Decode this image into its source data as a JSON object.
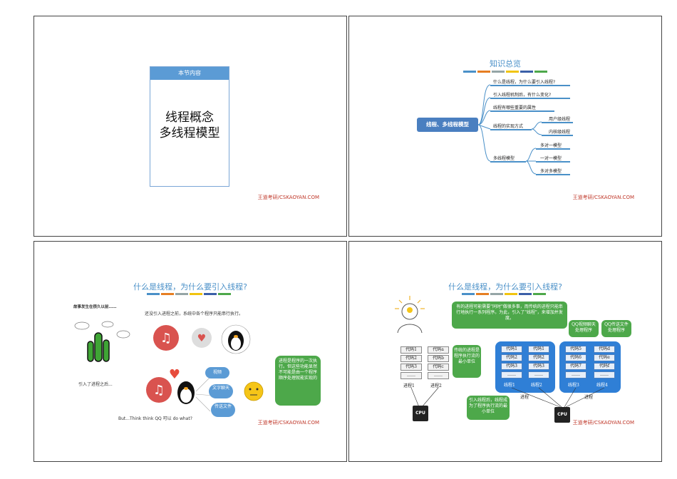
{
  "watermark": "王道考研/CSKAOYAN.COM",
  "slide1": {
    "card_header": "本节内容",
    "card_line1": "线程概念",
    "card_line2": "多线程模型"
  },
  "slide2": {
    "title": "知识总览",
    "root": "线程、多线程模型",
    "items": {
      "q1": "什么是线程，为什么要引入线程?",
      "q2": "引入线程机制后，有什么变化?",
      "q3": "线程有哪些重要的属性",
      "q4": "线程的实现方式",
      "q4a": "用户级线程",
      "q4b": "内核级线程",
      "q5": "多线程模型",
      "q5a": "多对一模型",
      "q5b": "一对一模型",
      "q5c": "多对多模型"
    }
  },
  "slide3": {
    "title": "什么是线程，为什么要引入线程?",
    "story": "故事发生在很久以前……",
    "intro": "还没引入进程之前，系统中各个程序只能串行执行。",
    "after": "引入了进程之后...",
    "bubble": "进程是程序的一次执行。但这些功能显然不可能是由一个程序顺序处理就能实现的",
    "clouds": [
      "视频",
      "文字聊天",
      "传送文件"
    ],
    "question": "But...Think think QQ 可以 do what?"
  },
  "slide4": {
    "title": "什么是线程，为什么要引入线程?",
    "top_bubble": "有的进程可能需要\"同时\"做很多事，而传统的进程只能串行地执行一系列程序。为此，引入了\"线程\"，来增加并发度。",
    "left_bubble": "传统的进程是程序执行流的最小单位",
    "bottom_bubble": "引入线程后，线程成为了程序执行流的最小单位",
    "tag1": "QQ视频聊天处理程序",
    "tag2": "QQ传送文件处理程序",
    "proc1": [
      "代码1",
      "代码2",
      "代码3",
      "……"
    ],
    "proc2": [
      "代码a",
      "代码b",
      "代码c",
      "……"
    ],
    "proc1_label": "进程1",
    "proc2_label": "进程2",
    "t1": [
      "代码1",
      "代码2",
      "代码3",
      "……"
    ],
    "t2": [
      "代码1",
      "代码2",
      "代码3",
      "……"
    ],
    "t3": [
      "代码5",
      "代码6",
      "代码7",
      "……"
    ],
    "t4": [
      "代码d",
      "代码e",
      "代码f",
      "……"
    ],
    "thread_labels": [
      "线程1",
      "线程2",
      "线程3",
      "线程4"
    ],
    "process_label": "进程",
    "cpu": "CPU"
  },
  "colors": {
    "accent": "#4a90c8",
    "green": "#4da84a",
    "blue": "#2f7fd6",
    "brand_red": "#c0392b"
  }
}
